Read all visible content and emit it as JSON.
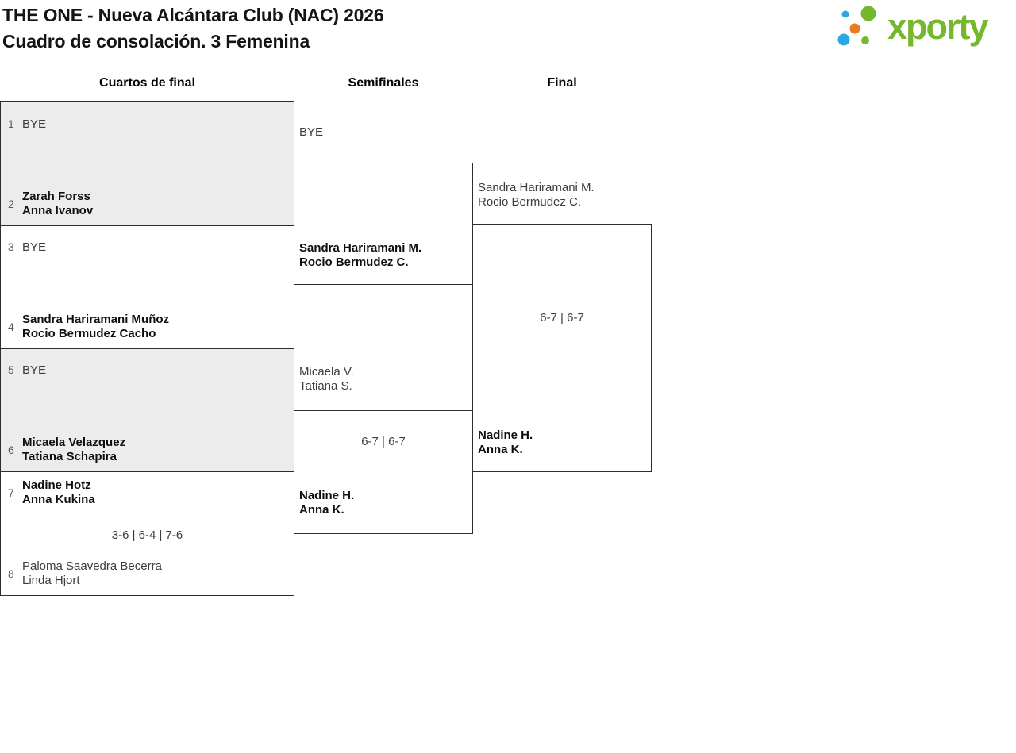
{
  "header": {
    "title_line1": "THE ONE - Nueva Alcántara Club (NAC) 2026",
    "title_line2": "Cuadro de consolación. 3 Femenina",
    "logo_text": "xporty"
  },
  "colors": {
    "brand_green": "#76b82d",
    "brand_blue": "#29a9e1",
    "brand_orange": "#e87c1e",
    "shaded_box": "#ececec"
  },
  "round_headers": {
    "quarterfinals": "Cuartos de final",
    "semifinals": "Semifinales",
    "final": "Final"
  },
  "quarterfinals": {
    "m1": {
      "top_seed": "1",
      "top_name": "BYE",
      "bottom_seed": "2",
      "bottom_name1": "Zarah Forss",
      "bottom_name2": "Anna Ivanov"
    },
    "m2": {
      "top_seed": "3",
      "top_name": "BYE",
      "bottom_seed": "4",
      "bottom_name1": "Sandra Hariramani Muñoz",
      "bottom_name2": "Rocio Bermudez Cacho"
    },
    "m3": {
      "top_seed": "5",
      "top_name": "BYE",
      "bottom_seed": "6",
      "bottom_name1": "Micaela Velazquez",
      "bottom_name2": "Tatiana Schapira"
    },
    "m4": {
      "top_seed": "7",
      "top_name1": "Nadine Hotz",
      "top_name2": "Anna Kukina",
      "score": "3-6 | 6-4 | 7-6",
      "bottom_seed": "8",
      "bottom_name1": "Paloma Saavedra Becerra",
      "bottom_name2": "Linda Hjort"
    }
  },
  "semifinals": {
    "m1": {
      "top_name": "BYE",
      "bottom_name1": "Sandra Hariramani M.",
      "bottom_name2": "Rocio Bermudez C."
    },
    "m2": {
      "top_name1": "Micaela V.",
      "top_name2": "Tatiana S.",
      "score": "6-7 | 6-7",
      "bottom_name1": "Nadine H.",
      "bottom_name2": "Anna K."
    }
  },
  "final": {
    "top_name1": "Sandra Hariramani M.",
    "top_name2": "Rocio Bermudez C.",
    "score": "6-7 | 6-7",
    "bottom_name1": "Nadine H.",
    "bottom_name2": "Anna K."
  }
}
